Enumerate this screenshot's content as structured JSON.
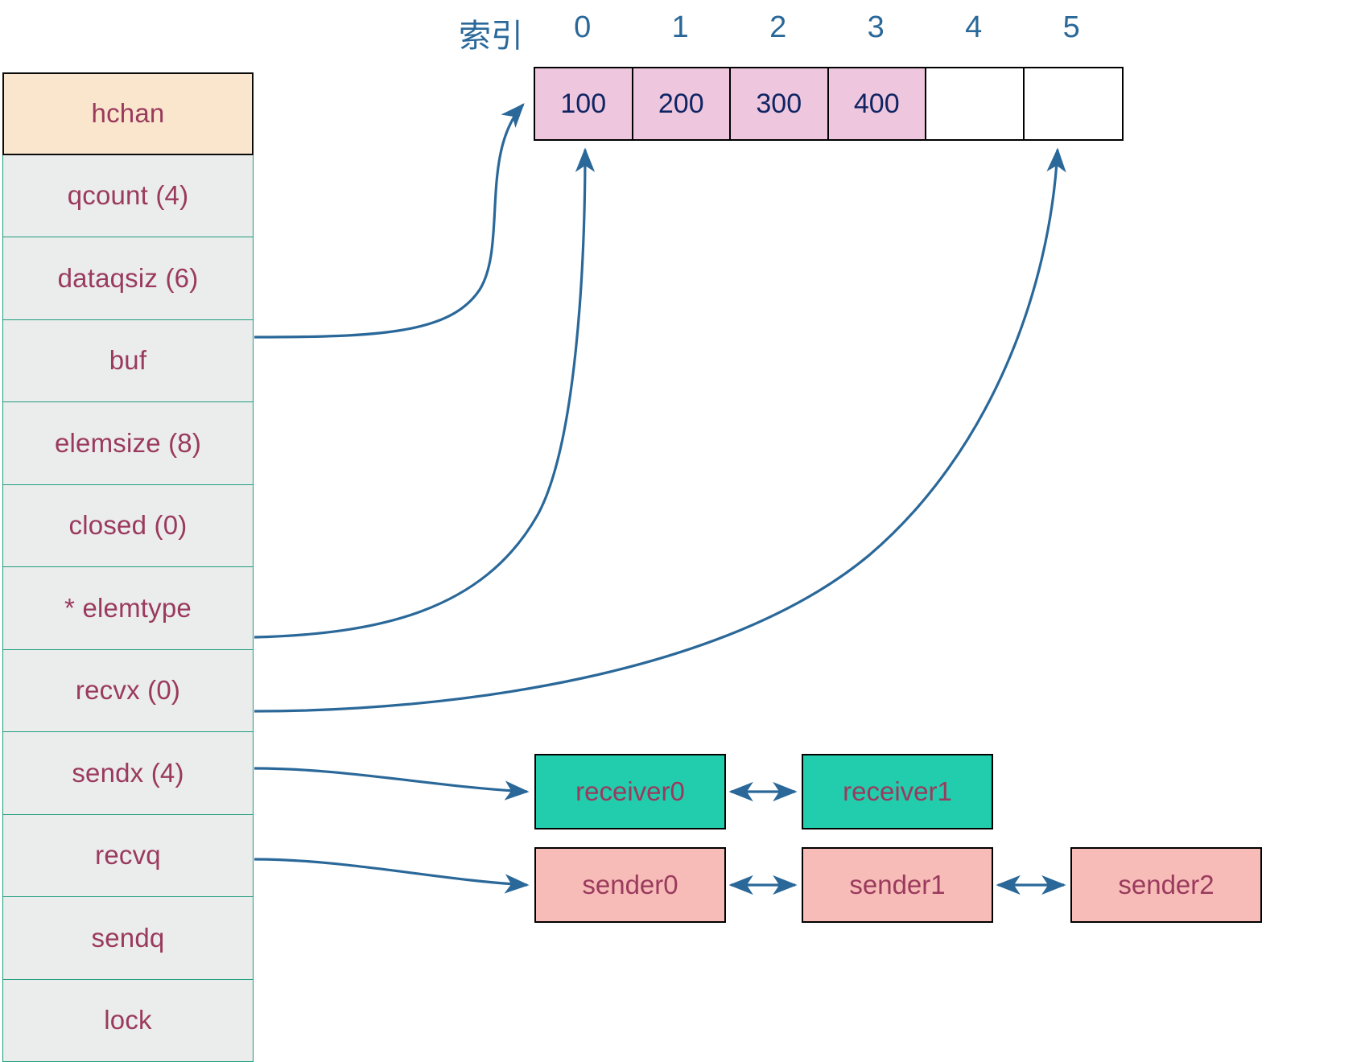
{
  "hchan": {
    "title": "hchan",
    "fields": [
      {
        "label": "qcount (4)"
      },
      {
        "label": "dataqsiz (6)"
      },
      {
        "label": "buf"
      },
      {
        "label": "elemsize (8)"
      },
      {
        "label": "closed (0)"
      },
      {
        "label": "* elemtype"
      },
      {
        "label": "recvx (0)"
      },
      {
        "label": "sendx (4)"
      },
      {
        "label": "recvq"
      },
      {
        "label": "sendq"
      },
      {
        "label": "lock"
      }
    ]
  },
  "buffer": {
    "index_label": "索引",
    "indices": [
      "0",
      "1",
      "2",
      "3",
      "4",
      "5"
    ],
    "cells": [
      {
        "value": "100",
        "filled": true
      },
      {
        "value": "200",
        "filled": true
      },
      {
        "value": "300",
        "filled": true
      },
      {
        "value": "400",
        "filled": true
      },
      {
        "value": "",
        "filled": false
      },
      {
        "value": "",
        "filled": false
      }
    ]
  },
  "recvq_nodes": [
    {
      "label": "receiver0"
    },
    {
      "label": "receiver1"
    }
  ],
  "sendq_nodes": [
    {
      "label": "sender0"
    },
    {
      "label": "sender1"
    },
    {
      "label": "sender2"
    }
  ],
  "colors": {
    "header_fill": "#fae5cd",
    "field_fill": "#ebecec",
    "field_border": "#1f9e7e",
    "field_text": "#9a3a5d",
    "buffer_filled": "#eec7de",
    "buffer_text": "#0f2463",
    "index_text": "#2a6899",
    "arrow": "#2a6899",
    "receiver_fill": "#21cdad",
    "sender_fill": "#f7bcb8"
  }
}
